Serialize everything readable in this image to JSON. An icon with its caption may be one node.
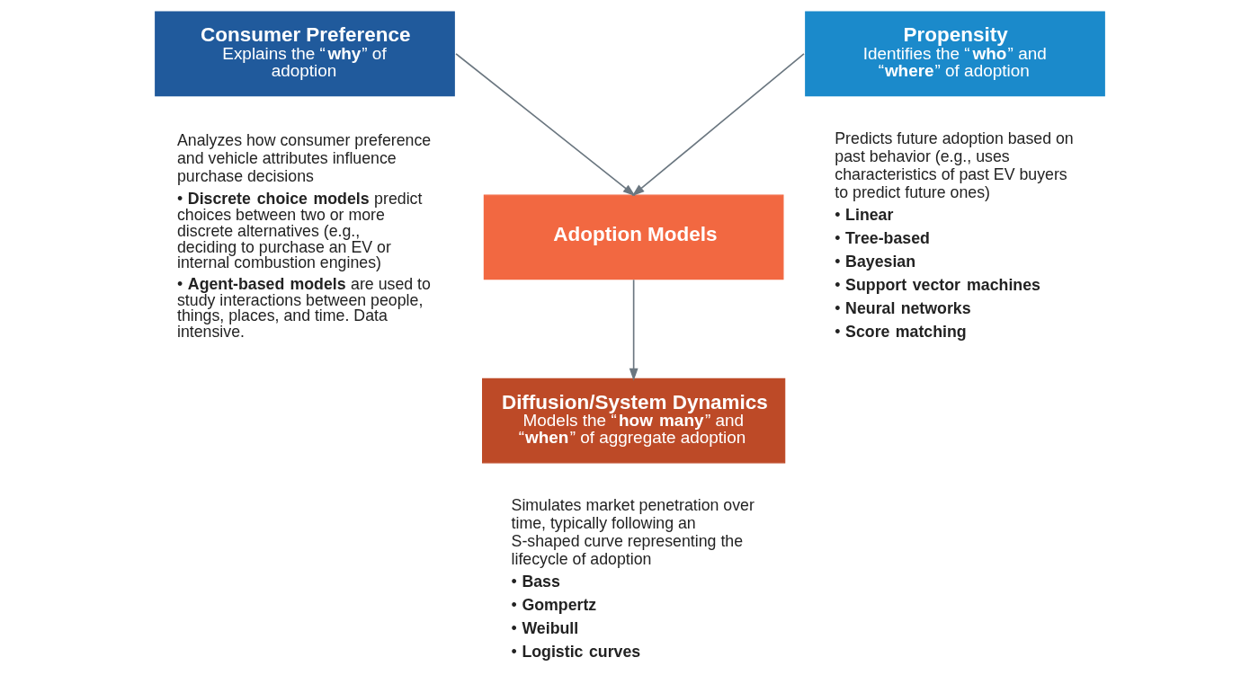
{
  "diagram": {
    "nodes": [
      {
        "text": [
          "Consumer Preference",
          "Explains the “**why**” of adoption"
        ],
        "beside": [
          "Analyzes how consumer preference and vehicle attributes influence purchase decisions",
          "• **Discrete choice models** predict choices between two or more discrete alternatives (e.g., deciding to purchase an EV or internal combustion engines)",
          "• **Agent-based models** are used to study interactions between people, things, places, and time. Data intensive."
        ]
      },
      {
        "text": [
          "Propensity",
          "Identifies the “**who**” and “**where**” of adoption"
        ],
        "beside": [
          "Predicts future adoption based on past behavior (e.g., uses characteristics of past EV buyers to predict future ones)",
          "• **Linear**",
          "• **Tree-based**",
          "• **Bayesian**",
          "• **Support vector machines**",
          "• **Neural networks**",
          "• **Score matching**"
        ]
      },
      {
        "text": [
          "Adoption Models"
        ]
      },
      {
        "text": [
          "Diffusion/System Dynamics",
          "Models the “**how many**” and “**when**” of aggregate adoption"
        ],
        "beside": [
          "Simulates market penetration over time, typically following an S-shaped curve representing the lifecycle of adoption",
          "• **Bass**",
          "• **Gompertz**",
          "• **Weibull**",
          "• **Logistic curves**"
        ]
      }
    ],
    "edges": [
      {
        "from": 0,
        "to": 2,
        "arrow": "to"
      },
      {
        "from": 1,
        "to": 2,
        "arrow": "to"
      },
      {
        "from": 2,
        "to": 3,
        "arrow": "to"
      }
    ]
  }
}
